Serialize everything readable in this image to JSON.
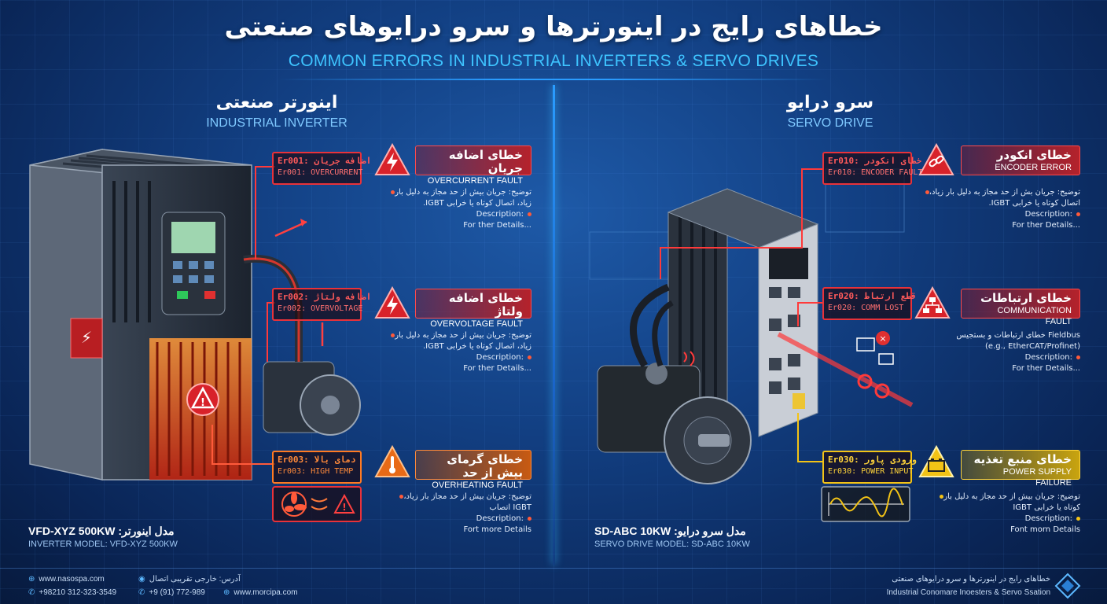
{
  "header": {
    "title_fa": "خطاهای رایج در اینورترها و سرو درایوهای صنعتی",
    "title_en": "COMMON ERRORS IN INDUSTRIAL INVERTERS & SERVO DRIVES"
  },
  "inverter": {
    "title_fa": "اینورتر صنعتی",
    "title_en": "INDUSTRIAL INVERTER",
    "model_main": "VFD-XYZ 500KW :مدل اینورتر",
    "model_sub": "INVERTER MODEL: VFD-XYZ 500KW",
    "faults": [
      {
        "code_fa": "Er001: اضافه جریان",
        "code_en": "Er001: OVERCURRENT",
        "title_fa": "خطای اضافه جریان",
        "title_en": "OVERCURRENT FAULT",
        "desc_fa_1": "توضیح: جریان بیش از حد مجاز به دلیل بار",
        "desc_fa_2": "زیاد، اتصال کوتاه یا خرابی IGBT.",
        "desc_label": "Description:",
        "desc_more": "For ther Details..."
      },
      {
        "code_fa": "Er002: اضافه ولتاژ",
        "code_en": "Er002: OVERVOLTAGE",
        "title_fa": "خطای اضافه ولتاژ",
        "title_en": "OVERVOLTAGE FAULT",
        "desc_fa_1": "توضیح: جریان بیش از حد مجاز به دلیل بار",
        "desc_fa_2": "زیاد، اتصال کوتاه یا خرابی IGBT.",
        "desc_label": "Description:",
        "desc_more": "For ther Details..."
      },
      {
        "code_fa": "Er003: دمای بالا",
        "code_en": "Er003: HIGH TEMP",
        "title_fa": "خطای گرمای بیش از حد",
        "title_en": "OVERHEATING FAULT",
        "desc_fa_1": "توضیح: جریان بیش از حد مجاز بار زیاد،",
        "desc_fa_2": "IGBT اتصاب",
        "desc_label": "Description:",
        "desc_more": "Fort more Details"
      }
    ]
  },
  "servo": {
    "title_fa": "سرو درایو",
    "title_en": "SERVO DRIVE",
    "model_main": "SD-ABC 10KW :مدل سرو درایو",
    "model_sub": "SERVO DRIVE MODEL: SD-ABC 10KW",
    "faults": [
      {
        "code_fa": "Er010: خطای انکودر",
        "code_en": "Er010: ENCODER FAULT",
        "title_fa": "خطای انکودر",
        "title_en": "ENCODER ERROR",
        "desc_fa_1": "توضیح: جریان بش از حد مجاز به دلیل بار زیاد،",
        "desc_fa_2": "اتصال کوتاه یا خرابی IGBT.",
        "desc_label": "Description:",
        "desc_more": "For ther Details..."
      },
      {
        "code_fa": "Er020: قطع ارتباط",
        "code_en": "Er020: COMM LOST",
        "title_fa": "خطای ارتباطات",
        "title_en": "COMMUNICATION FAULT",
        "desc_fa_1": "Fieldbus خطای ارتباطات و بستجیس",
        "desc_fa_2": "(e.g., EtherCAT/Profinet)",
        "desc_label": "Description:",
        "desc_more": "For ther Details..."
      },
      {
        "code_fa": "Er030: ورودی پاور",
        "code_en": "Er030: POWER INPUT",
        "title_fa": "خطای منبع تغذیه",
        "title_en": "POWER SUPPLY FAILURE",
        "desc_fa_1": "توضیح: جریان بیش از حد مجاز به دلیل بار",
        "desc_fa_2": "کوتاه یا خرابی IGBT",
        "desc_label": "Description:",
        "desc_more": "Font morn Details"
      }
    ]
  },
  "footer": {
    "website1": "www.nasospa.com",
    "address": "آدرس: خارجی تقریبی اتصال",
    "phone1": "+98210 312-323-3549",
    "phone2": "+9 (91) 772-989",
    "website2": "www.morcipa.com",
    "brand_fa": "خطاهای رایج در اینورترها و سرو درایوهای صنعتی",
    "brand_en": "Industrial Conomare Inoesters & Servo Ssation"
  },
  "colors": {
    "red": "#e8323a",
    "orange": "#ff7a22",
    "yellow": "#f3c316",
    "accent": "#3ec4ff"
  }
}
